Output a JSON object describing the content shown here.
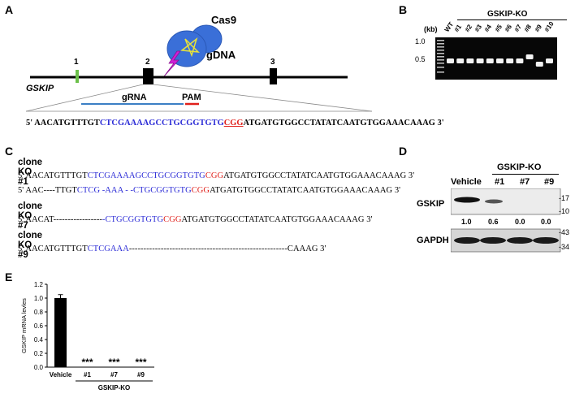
{
  "panels": {
    "A": "A",
    "B": "B",
    "C": "C",
    "D": "D",
    "E": "E"
  },
  "panelA": {
    "cas9": "Cas9",
    "gdna": "gDNA",
    "gene": "GSKIP",
    "exons": [
      "1",
      "2",
      "3"
    ],
    "grna": "gRNA",
    "pam": "PAM",
    "seq": {
      "prefix": "5' AACATGTTTGT",
      "guide": "CTCGAAAAGCCTGCGGTGTG",
      "pam": "CGG",
      "suffix": "ATGATGTGGCCTATATCAATGTGGAAACAAAG 3'"
    },
    "colors": {
      "exon1": "#6cc04a",
      "grna": "#3b7fc4",
      "pam": "#e0201b",
      "cas9": "#3a6fd8"
    }
  },
  "panelB": {
    "kb_label": "(kb)",
    "ticks": [
      "1.0",
      "0.5"
    ],
    "group": "GSKIP-KO",
    "lanes": [
      "WT",
      "#1",
      "#2",
      "#3",
      "#4",
      "#5",
      "#6",
      "#7",
      "#8",
      "#9",
      "#10"
    ]
  },
  "panelC": {
    "clones": [
      {
        "title": "clone KO #1",
        "lines": [
          [
            {
              "t": "5' AACATGTTTGT",
              "c": "k"
            },
            {
              "t": "CTCGAAAAGCCTGCGGTGTG",
              "c": "b"
            },
            {
              "t": "CGG",
              "c": "r"
            },
            {
              "t": "ATGATGTGGCCTATATCAATGTGGAAACAAAG 3'",
              "c": "k"
            }
          ],
          [
            {
              "t": "5' AAC----TTGT",
              "c": "k"
            },
            {
              "t": "CTCG -AAA - -CTGCGGTGTG",
              "c": "b"
            },
            {
              "t": "CGG",
              "c": "r"
            },
            {
              "t": "ATGATGTGGCCTATATCAATGTGGAAACAAAG 3'",
              "c": "k"
            }
          ]
        ]
      },
      {
        "title": "clone KO #7",
        "lines": [
          [
            {
              "t": "5' AACAT-----------------",
              "c": "k"
            },
            {
              "t": "-CTGCGGTGTG",
              "c": "b"
            },
            {
              "t": "CGG",
              "c": "r"
            },
            {
              "t": "ATGATGTGGCCTATATCAATGTGGAAACAAAG 3'",
              "c": "k"
            }
          ]
        ]
      },
      {
        "title": "clone KO #9",
        "lines": [
          [
            {
              "t": "5' AACATGTTTGT",
              "c": "k"
            },
            {
              "t": "CTCGAAA",
              "c": "b"
            },
            {
              "t": "-------------------------------------------------------CAAAG 3'",
              "c": "k"
            }
          ]
        ]
      }
    ]
  },
  "panelD": {
    "group": "GSKIP-KO",
    "lanes": [
      "Vehicle",
      "#1",
      "#7",
      "#9"
    ],
    "row1": "GSKIP",
    "row2": "GAPDH",
    "quant": [
      "1.0",
      "0.6",
      "0.0",
      "0.0"
    ],
    "markers_top": [
      "17",
      "10"
    ],
    "markers_bottom": [
      "43",
      "34"
    ]
  },
  "chart_data": {
    "type": "bar",
    "categories": [
      "Vehicle",
      "#1",
      "#7",
      "#9"
    ],
    "values": [
      1.0,
      0.0,
      0.0,
      0.0
    ],
    "error": [
      0.05,
      0,
      0,
      0
    ],
    "ylabel": "GSKIP mRNA levles",
    "ylim": [
      0,
      1.2
    ],
    "yticks": [
      "0.0",
      "0.2",
      "0.4",
      "0.6",
      "0.8",
      "1.0",
      "1.2"
    ],
    "significance": [
      "",
      "***",
      "***",
      "***"
    ],
    "group_label": "GSKIP-KO",
    "grid": false,
    "bar_color": "#000000"
  }
}
